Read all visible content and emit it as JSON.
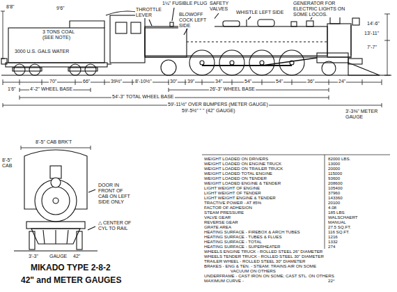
{
  "diagram": {
    "title": "MIKADO TYPE 2-8-2",
    "caption": "42\" and METER GAUGES",
    "labels": [
      "1¼\" FUSIBLE PLUG",
      "THROTTLE LEVER",
      "SAFETY VALVES",
      "BLOWOFF COCK LEFT SIDE",
      "WHISTLE LEFT SIDE",
      "GENERATOR FOR ELECTRIC LIGHTS ON SOME LOCOS.",
      "8'8\"",
      "9'6\"",
      "14'-6\"",
      "3 TONS COAL (SEE NOTE)",
      "3000 U.S. GALS WATER",
      "13'-11\"",
      "7'-7\"",
      "3'-3⅜\" METER GAUGE",
      "1'6\"",
      "70\"",
      "66\"",
      "39½\"",
      "8'-10½\"",
      "30\"",
      "39\"",
      "34\"",
      "54\"",
      "54\"",
      "36\"",
      "24\"",
      "4'-2\" WHEEL BASE",
      "26'-3\" WHEEL BASE",
      "54'-3\" TOTAL WHEEL BASE",
      "59'-11½\" OVER BUMPERS (METER GAUGE)",
      "59'-5½\" \" \" (42\" GAUGE)",
      "8'-5\" CAB BRK'T",
      "8'-5\" CAB",
      "DOOR IN FRONT OF CAB ON LEFT SIDE ONLY",
      "△ CENTER OF CYL TO RAIL",
      "3'-3\"",
      "GAUGE",
      "42\"",
      "WEIGHT LOADED ON DRIVERS",
      "82000 LBS.",
      "WEIGHT LOADED ON ENGINE TRUCK",
      "13000",
      "WEIGHT LOADED ON TRAILER TRUCK",
      "20000",
      "WEIGHT LOADED TOTAL ENGINE",
      "115000",
      "WEIGHT LOADED ON TENDER",
      "93600",
      "WEIGHT LOADED ENGINE & TENDER",
      "208600",
      "LIGHT WEIGHT OF ENGINE",
      "105400",
      "LIGHT WEIGHT OF TENDER",
      "37960",
      "LIGHT WEIGHT ENGINE & TENDER",
      "143360",
      "TRACTIVE POWER - AT 85%",
      "20100",
      "FACTOR OF ADHESION",
      "4.08",
      "STEAM PRESSURE",
      "185 LBS",
      "VALVE GEAR",
      "WALSCHAERT",
      "REVERSE GEAR",
      "MANUAL",
      "GRATE AREA",
      "27.5 SQ.FT.",
      "HEATING SURFACE - FIREBOX & ARCH TUBES",
      "116 SQ.FT.",
      "HEATING SURFACE - TUBES & FLUES",
      "1216",
      "HEATING SURFACE - TOTAL",
      "1332",
      "HEATING SURFACE - SUPERHEATER",
      "274",
      "WHEELS ENGINE TRUCK - ROLLED STEEL 26\" DIAMETER",
      "WHEELS TENDER TRUCK - ROLLED STEEL 30\" DIAMETER",
      "TRAILER WHEEL - ROLLED STEEL 30\" DIAMETER",
      "BRAKES - ENG & TEN. - STEAM; TRAINS AIR ON SOME",
      "VACUUM ON OTHERS",
      "UNDERFRAME - CAST IRON ON SOME; CAST STL. ON OTHERS",
      "MAXIMUM CURVE -",
      "22°"
    ]
  }
}
